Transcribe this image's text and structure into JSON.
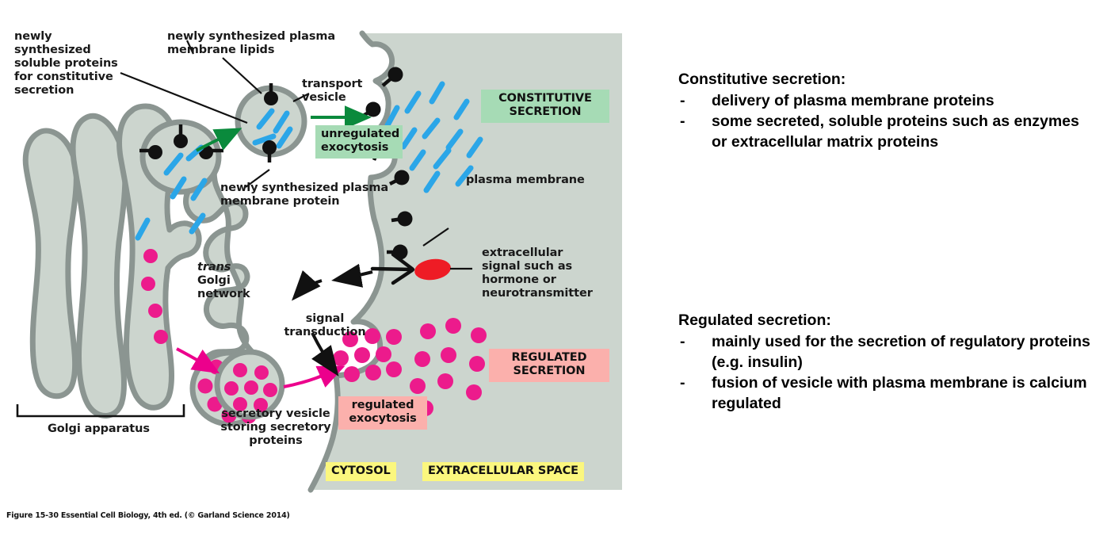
{
  "figure": {
    "caption": "Figure 15-30  Essential Cell Biology, 4th ed. (© Garland Science 2014)",
    "labels": {
      "soluble_proteins": "newly\nsynthesized\nsoluble proteins\nfor constitutive\nsecretion",
      "membrane_lipids": "newly synthesized plasma\nmembrane lipids",
      "transport_vesicle": "transport\nvesicle",
      "membrane_protein": "newly synthesized plasma\nmembrane protein",
      "plasma_membrane": "plasma membrane",
      "trans_golgi_italic": "trans",
      "trans_golgi_rest": "Golgi\nnetwork",
      "extracellular_signal": "extracellular\nsignal such as\nhormone or\nneurotransmitter",
      "signal_transduction": "signal\ntransduction",
      "secretory_vesicle": "secretory vesicle\nstoring secretory\nproteins",
      "golgi_apparatus": "Golgi apparatus"
    },
    "tags": {
      "unregulated_exocytosis": "unregulated\nexocytosis",
      "constitutive_secretion": "CONSTITUTIVE\nSECRETION",
      "regulated_exocytosis": "regulated\nexocytosis",
      "regulated_secretion": "REGULATED\nSECRETION",
      "cytosol": "CYTOSOL",
      "extracellular_space": "EXTRACELLULAR SPACE"
    },
    "colors": {
      "organelle_fill": "#ccd5ce",
      "organelle_stroke": "#8b9591",
      "extracellular_fill": "#ccd5ce",
      "membrane_protein_blue": "#2ba6e8",
      "secretory_protein_pink": "#ec1b8c",
      "signal_red": "#ee1c25",
      "constitutive_arrow_green": "#0a8a3c",
      "regulated_arrow_pink": "#ec008c",
      "tag_green": "#a6dbb5",
      "tag_pink": "#fbb0ac",
      "tag_yellow": "#fbf77e"
    }
  },
  "notes": {
    "constitutive": {
      "heading": "Constitutive secretion:",
      "bullets": [
        "delivery of plasma membrane proteins",
        "some secreted, soluble proteins such as enzymes or extracellular matrix proteins"
      ]
    },
    "regulated": {
      "heading": "Regulated secretion:",
      "bullets": [
        "mainly used for the secretion of regulatory proteins (e.g. insulin)",
        "fusion of vesicle with plasma membrane is calcium regulated"
      ]
    },
    "dash": "-"
  }
}
